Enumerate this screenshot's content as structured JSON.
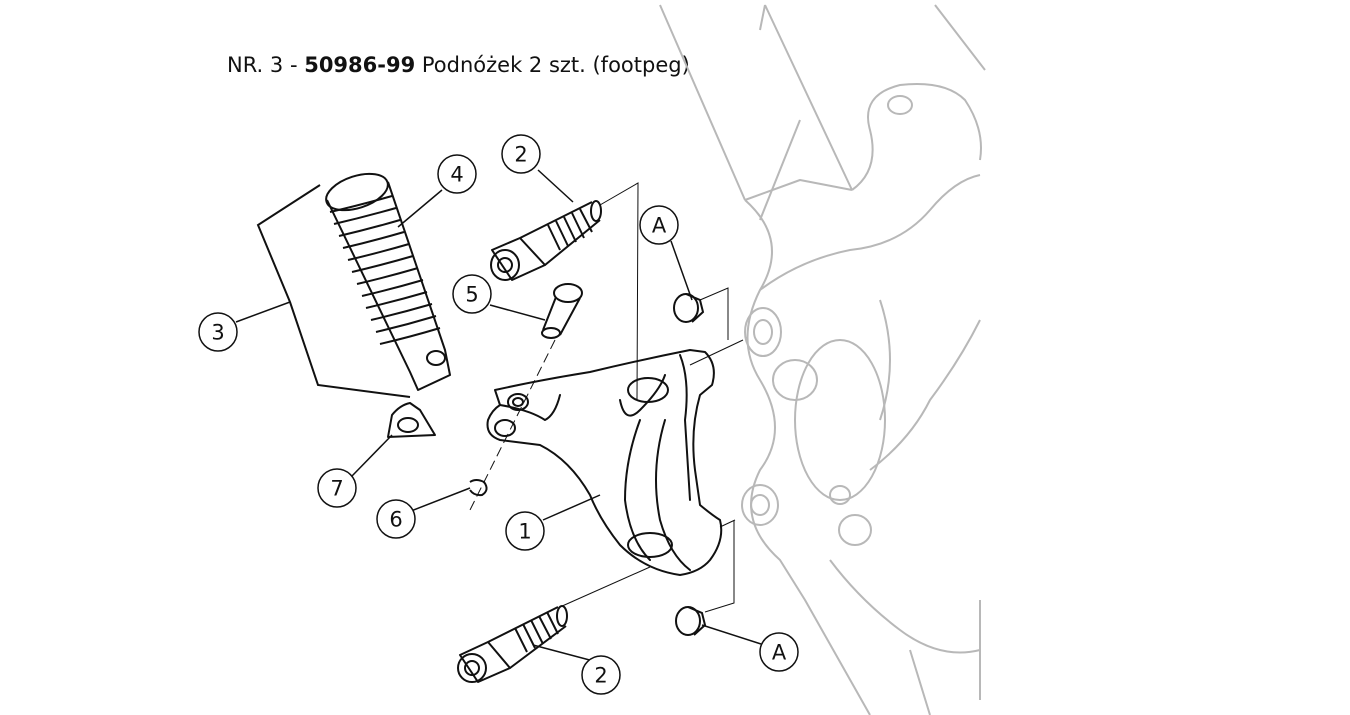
{
  "title": {
    "prefix": "NR. 3 - ",
    "part_number": "50986-99",
    "suffix": " Podnóżek 2 szt. (footpeg)"
  },
  "callouts": {
    "c1": "1",
    "c2_top": "2",
    "c2_bottom": "2",
    "c3": "3",
    "c4": "4",
    "c5": "5",
    "c6": "6",
    "c7": "7",
    "cA_top": "A",
    "cA_bottom": "A"
  },
  "colors": {
    "line": "#111111",
    "frame": "#b8b8b8"
  }
}
